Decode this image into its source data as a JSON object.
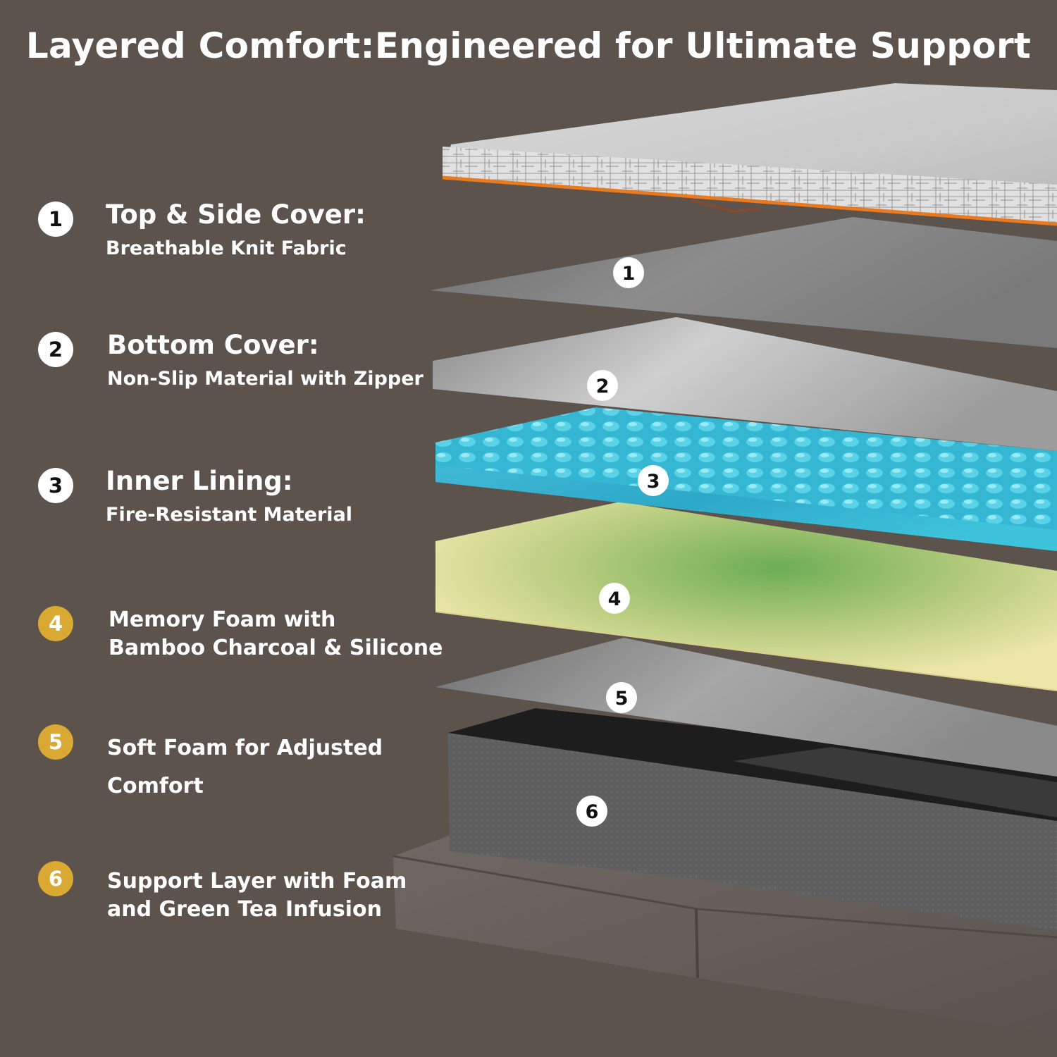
{
  "title": "Layered Comfort:Engineered for Ultimate Support",
  "colors": {
    "background": "#5d534d",
    "badge_white": "#ffffff",
    "badge_gold": "#d9a934",
    "cover_trim": "#e97a1f",
    "gel_foam": "#48c7dd",
    "memory_foam": "#ebe6a6"
  },
  "layers": [
    {
      "number": "1",
      "title": "Top & Side Cover:",
      "subtitle": "Breathable Knit Fabric",
      "badge": "white"
    },
    {
      "number": "2",
      "title": "Bottom Cover:",
      "subtitle": "Non-Slip Material with Zipper",
      "badge": "white"
    },
    {
      "number": "3",
      "title": "Inner Lining:",
      "subtitle": "Fire-Resistant Material",
      "badge": "white"
    },
    {
      "number": "4",
      "lines": [
        "Memory Foam with",
        "Bamboo Charcoal & Silicone"
      ],
      "badge": "gold"
    },
    {
      "number": "5",
      "lines": [
        "Soft Foam for Adjusted",
        "Comfort"
      ],
      "badge": "gold"
    },
    {
      "number": "6",
      "lines": [
        "Support Layer with Foam",
        "and Green Tea Infusion"
      ],
      "badge": "gold"
    }
  ],
  "diagram_labels": [
    "1",
    "2",
    "3",
    "4",
    "5",
    "6"
  ]
}
